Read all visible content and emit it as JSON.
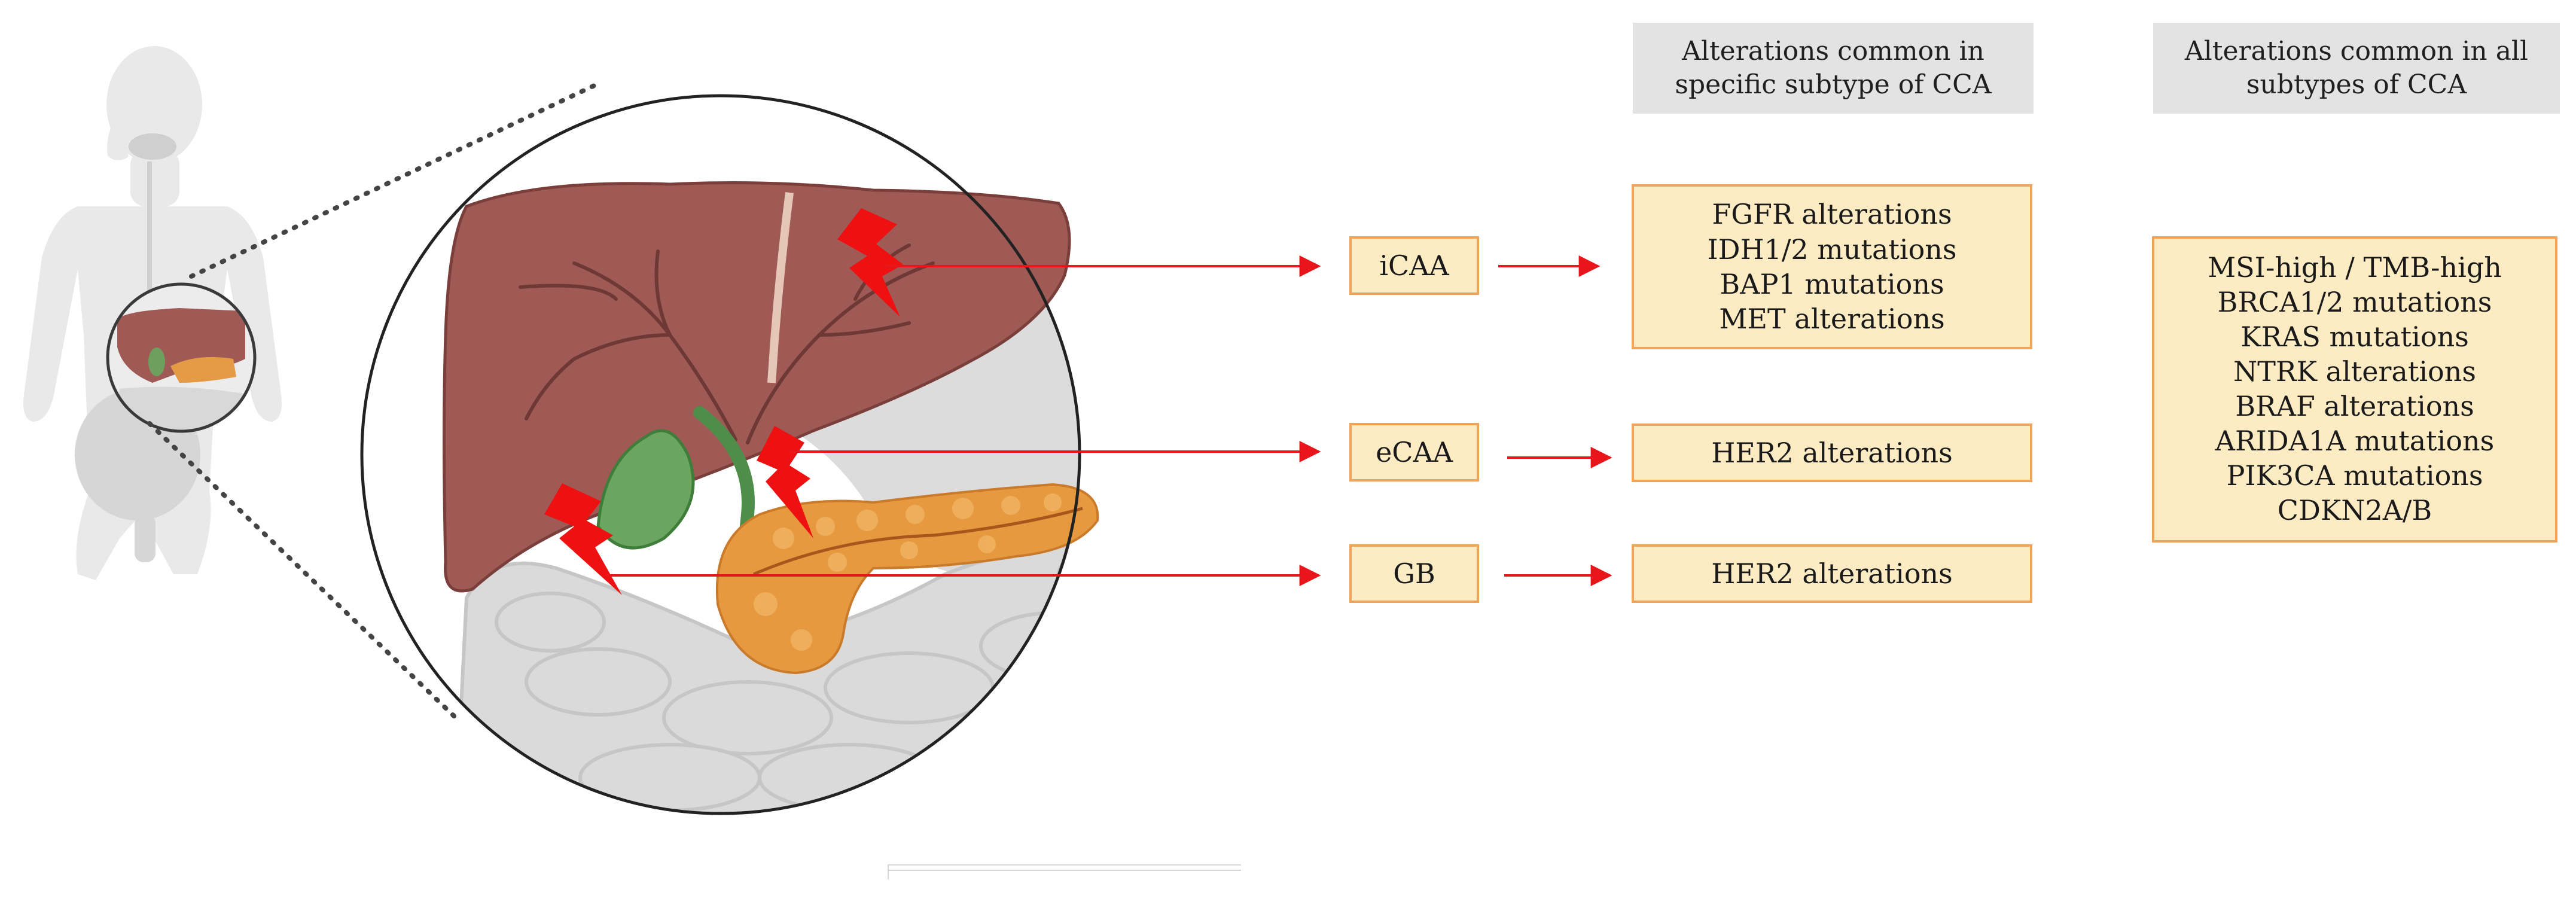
{
  "headers": {
    "specific": [
      "Alterations common in",
      "specific subtype of CCA"
    ],
    "all": [
      "Alterations common in all",
      "subtypes of CCA"
    ]
  },
  "subtypes": [
    {
      "label": "iCAA",
      "alterations": [
        "FGFR alterations",
        "IDH1/2 mutations",
        "BAP1 mutations",
        "MET alterations"
      ]
    },
    {
      "label": "eCAA",
      "alterations": [
        "HER2 alterations"
      ]
    },
    {
      "label": "GB",
      "alterations": [
        "HER2 alterations"
      ]
    }
  ],
  "common_alterations": [
    "MSI-high / TMB-high",
    "BRCA1/2 mutations",
    "KRAS mutations",
    "NTRK alterations",
    "BRAF alterations",
    "ARIDA1A mutations",
    "PIK3CA mutations",
    "CDKN2A/B"
  ],
  "colors": {
    "arrow": "#e8151b",
    "box_fill": "#fdebc3",
    "box_border": "#f0a35a",
    "header_fill": "#e3e3e3",
    "liver": "#a05a55",
    "gallbladder": "#5ea35a",
    "pancreas": "#e59a45",
    "intestine": "#d9d9d9"
  },
  "icons": [
    "human-silhouette",
    "liver",
    "gallbladder",
    "pancreas",
    "intestine",
    "lightning-bolt"
  ]
}
